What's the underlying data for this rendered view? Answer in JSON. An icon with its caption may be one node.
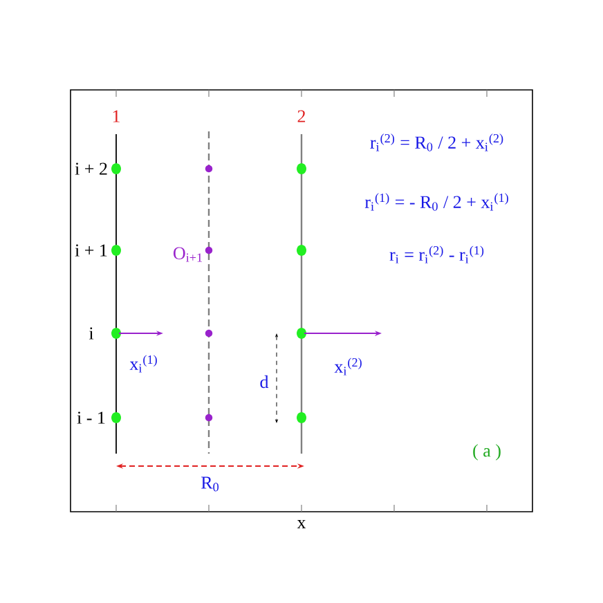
{
  "diagram": {
    "labels": [
      "1",
      "2",
      "i + 2",
      "r$_{i}$$^{(2)}$ = R$_{0}$ / 2 + x$_{i}$$^{(2)}$",
      "r$_{i}$$^{(1)}$ = - R$_{0}$ / 2 + x$_{i}$$^{(1)}$",
      "r$_{i}$ = r$_{i}$$^{(2)}$ - r$_{i}$$^{(1)}$",
      "i + 1",
      "O$_{i+1}$",
      "i",
      "x$_{i}$$^{(1)}$",
      "d",
      "x$_{i}$$^{(2)}$",
      "i - 1",
      "( a )",
      "R$_{0}$",
      "x"
    ]
  }
}
